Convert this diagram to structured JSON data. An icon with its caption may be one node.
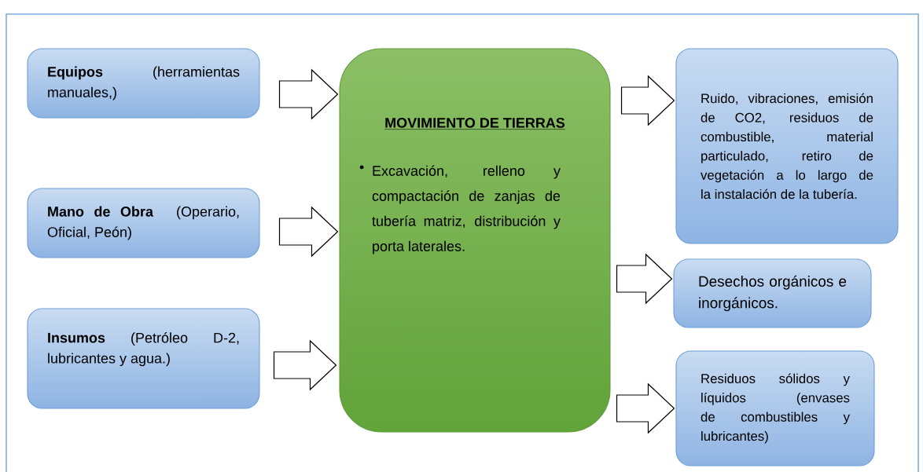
{
  "diagram": {
    "nodes": [
      {
        "text": [
          "**Equipos** (herramientas manuales,)"
        ]
      },
      {
        "text": [
          "**Mano de Obra** (Operario, Oficial, Peón)"
        ]
      },
      {
        "text": [
          "**Insumos** (Petróleo D-2, lubricantes y agua.)"
        ]
      },
      {
        "text": [
          "MOVIMIENTO DE TIERRAS",
          "Excavación, relleno y compactación de zanjas de tubería matriz, distribución y porta laterales."
        ]
      },
      {
        "text": [
          "Ruido, vibraciones, emisión de CO2, residuos de combustible, material particulado, retiro de vegetación a lo largo de la instalación de la tubería."
        ]
      },
      {
        "text": [
          "Desechos orgánicos e inorgánicos."
        ]
      },
      {
        "text": [
          "Residuos sólidos y líquidos (envases de combustibles y lubricantes)"
        ]
      }
    ],
    "edges": [
      {
        "from": 0,
        "to": 3,
        "arrow": "to"
      },
      {
        "from": 1,
        "to": 3,
        "arrow": "to"
      },
      {
        "from": 2,
        "to": 3,
        "arrow": "to"
      },
      {
        "from": 3,
        "to": 4,
        "arrow": "to"
      },
      {
        "from": 3,
        "to": 5,
        "arrow": "to"
      },
      {
        "from": 3,
        "to": 6,
        "arrow": "to"
      }
    ],
    "labels": [
      "•"
    ]
  }
}
